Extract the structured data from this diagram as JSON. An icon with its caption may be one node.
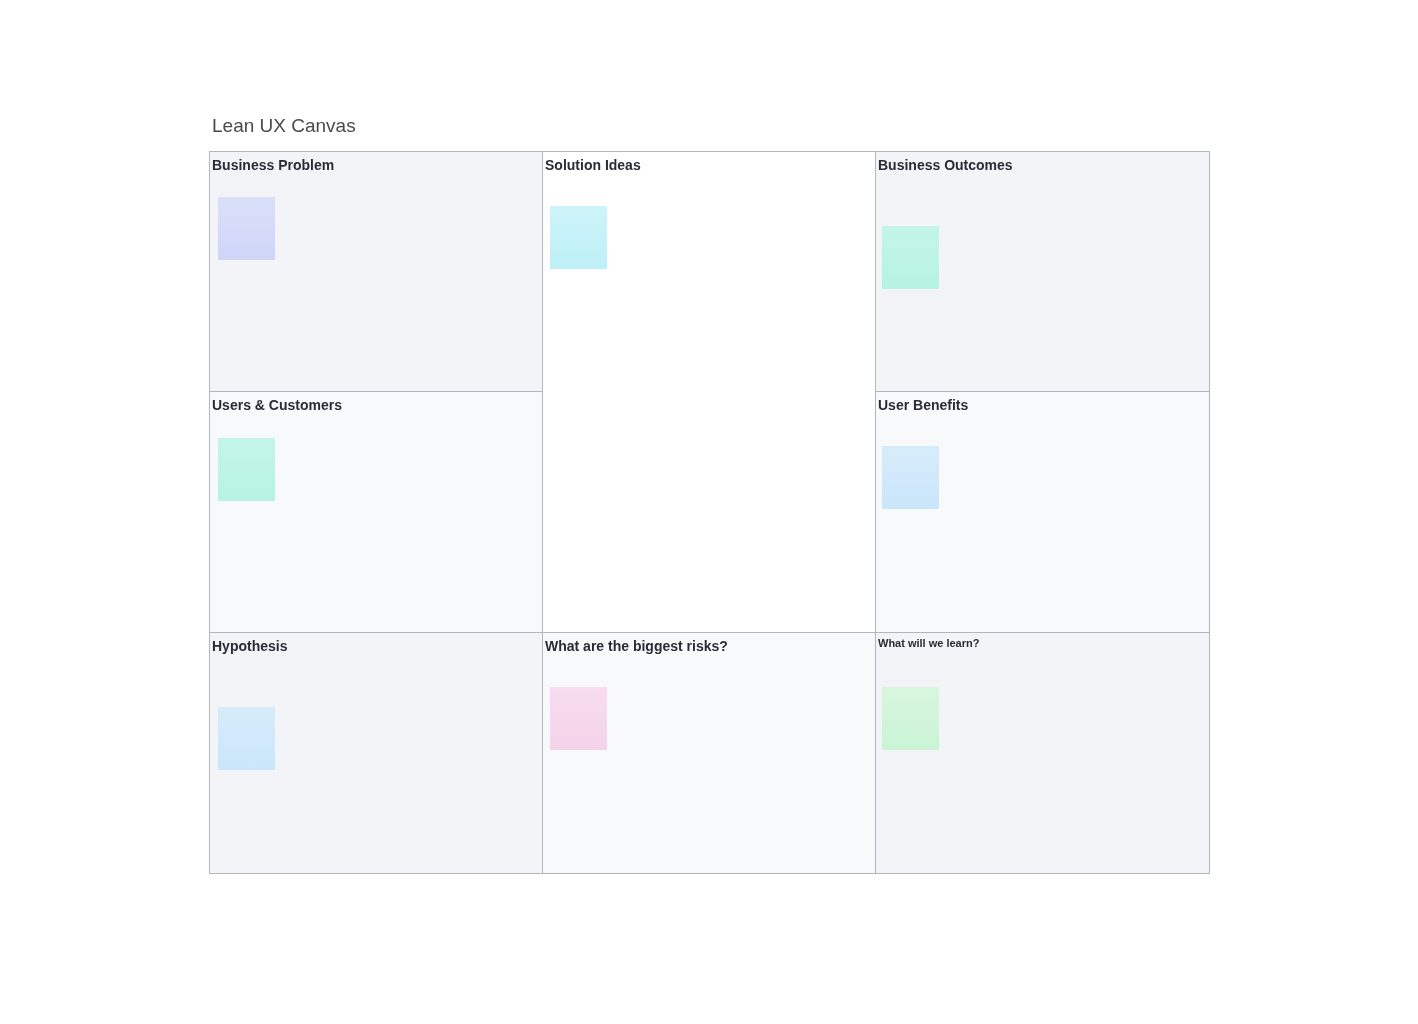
{
  "diagram": {
    "title": "Lean UX Canvas",
    "nodes": [
      {
        "text": [
          "Business Problem"
        ]
      },
      {
        "text": [],
        "shape": "box",
        "in": 0
      },
      {
        "text": [
          "Solution Ideas"
        ]
      },
      {
        "text": [],
        "shape": "box",
        "in": 2
      },
      {
        "text": [
          "Business Outcomes"
        ]
      },
      {
        "text": [],
        "shape": "box",
        "in": 4
      },
      {
        "text": [
          "Users & Customers"
        ]
      },
      {
        "text": [],
        "shape": "box",
        "in": 6
      },
      {
        "text": [
          "User Benefits"
        ]
      },
      {
        "text": [],
        "shape": "box",
        "in": 8
      },
      {
        "text": [
          "Hypothesis"
        ]
      },
      {
        "text": [],
        "shape": "box",
        "in": 10
      },
      {
        "text": [
          "What are the biggest risks?"
        ]
      },
      {
        "text": [],
        "shape": "box",
        "in": 12
      },
      {
        "text": [
          "What will we learn?"
        ]
      },
      {
        "text": [],
        "shape": "box",
        "in": 14
      }
    ]
  }
}
